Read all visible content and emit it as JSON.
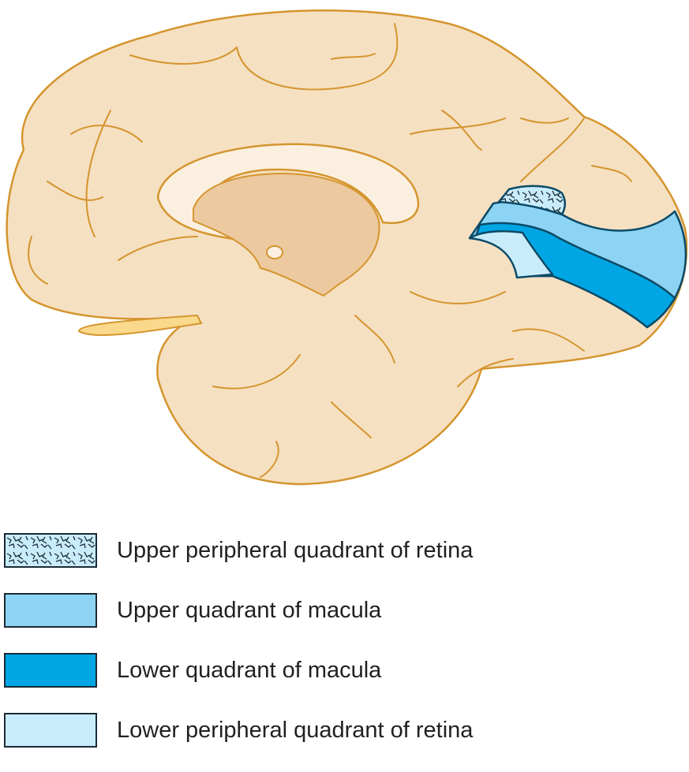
{
  "figure": {
    "colors": {
      "brain_fill": "#f6e0c2",
      "brain_shadow": "#ecc697",
      "brain_outline": "#d4952e",
      "corpus_callosum": "#fbf0e0",
      "thalamus": "#ecc99f",
      "upper_peripheral": "#c9ecfb",
      "upper_macula": "#8dd4f4",
      "lower_macula": "#00a6e4",
      "lower_peripheral": "#c9ecfb",
      "band_outline": "#0c4a66"
    }
  },
  "legend": [
    {
      "label": "Upper peripheral quadrant of retina",
      "color": "#c9ecfb",
      "patterned": true
    },
    {
      "label": "Upper quadrant of macula",
      "color": "#8dd4f4",
      "patterned": false
    },
    {
      "label": "Lower quadrant of macula",
      "color": "#00a6e4",
      "patterned": false
    },
    {
      "label": "Lower peripheral quadrant of retina",
      "color": "#c9ecfb",
      "patterned": false
    }
  ]
}
